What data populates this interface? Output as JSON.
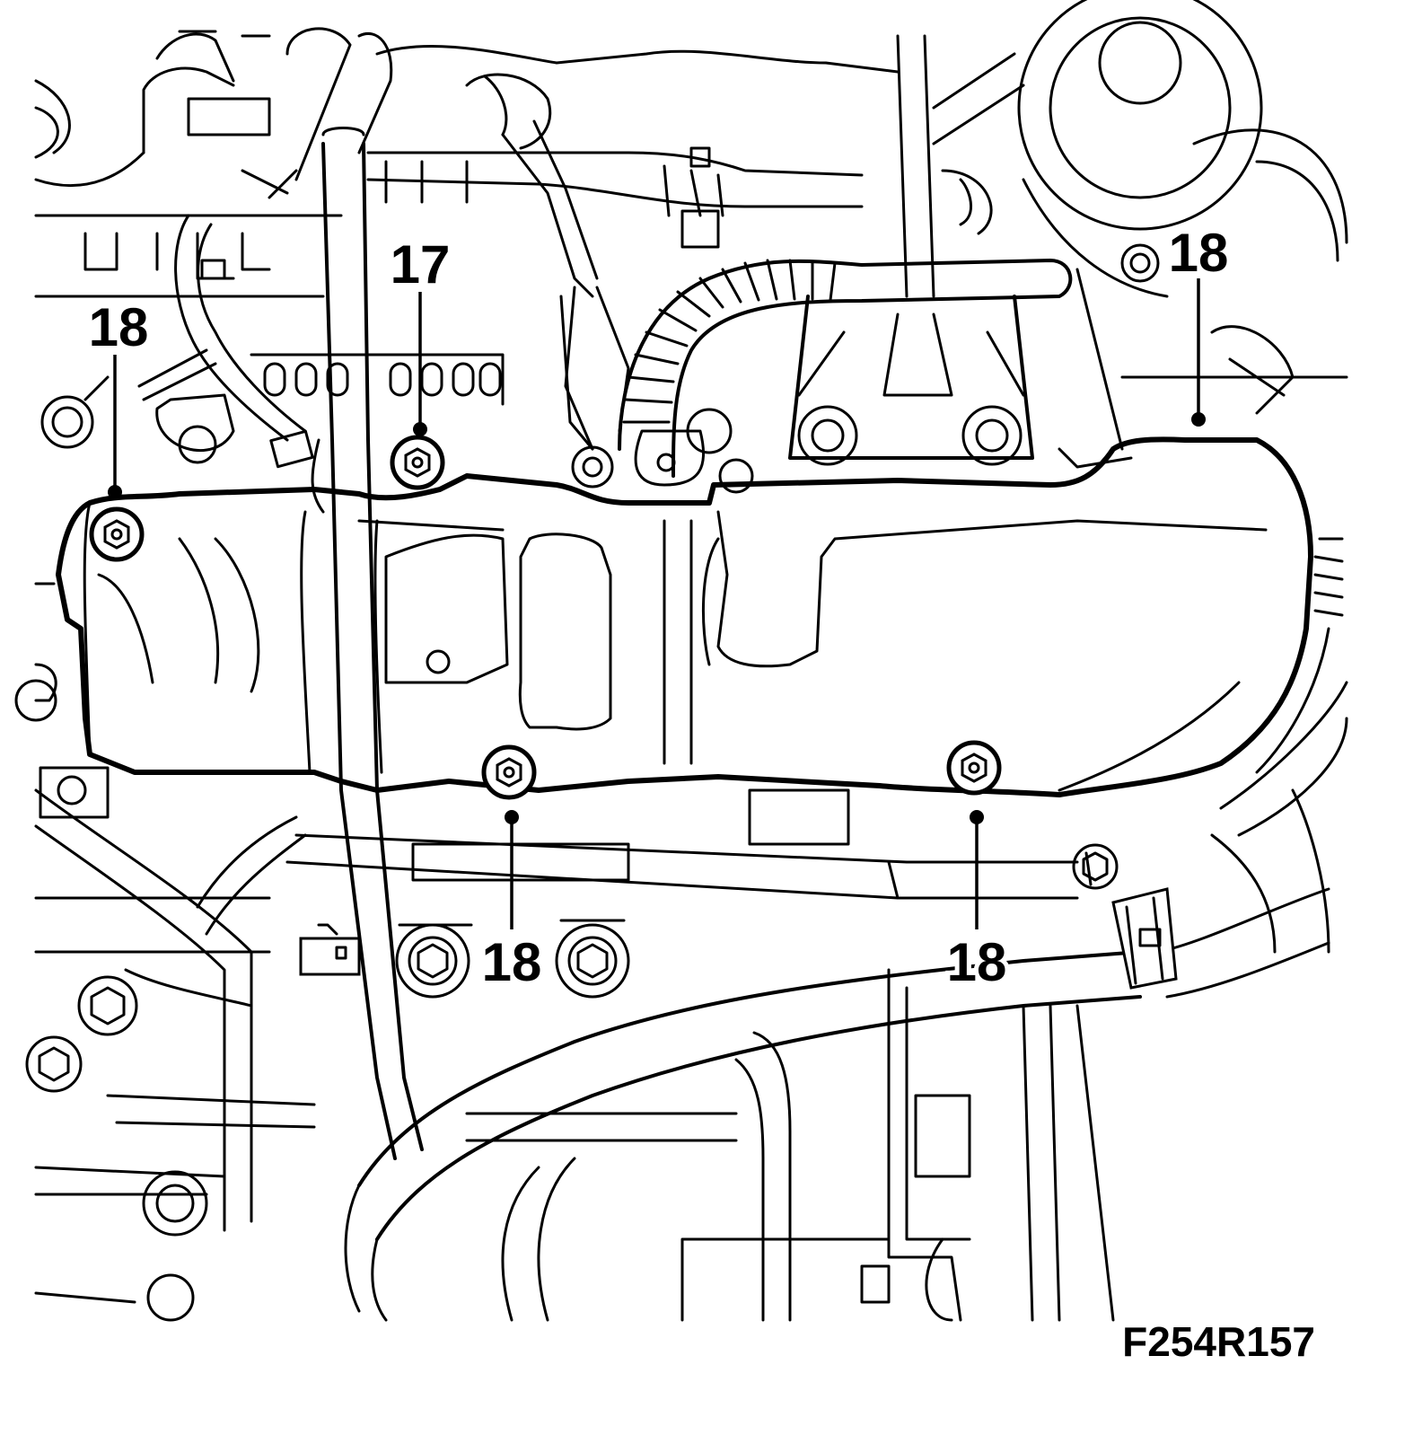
{
  "diagram": {
    "callouts": [
      {
        "id": "callout-17",
        "label": "17"
      },
      {
        "id": "callout-18-left",
        "label": "18"
      },
      {
        "id": "callout-18-top-right",
        "label": "18"
      },
      {
        "id": "callout-18-bottom-mid",
        "label": "18"
      },
      {
        "id": "callout-18-bottom-right",
        "label": "18"
      }
    ],
    "figure_id": "F254R157"
  }
}
